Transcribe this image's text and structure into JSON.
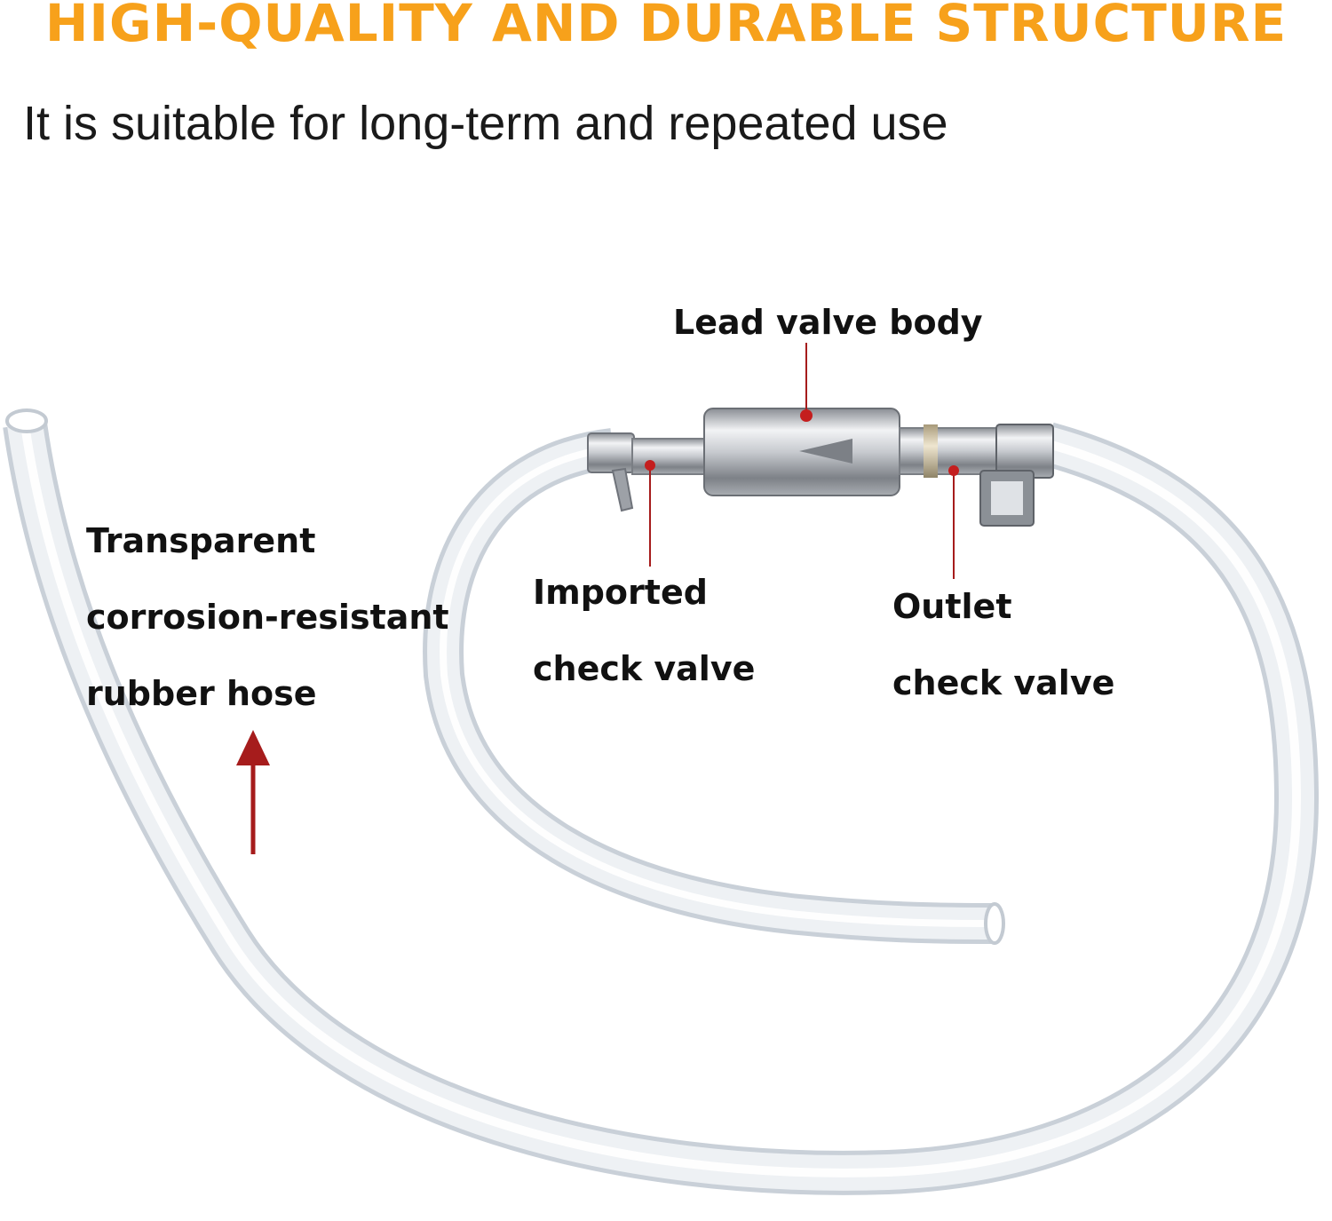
{
  "header": {
    "title": "HIGH-QUALITY AND DURABLE STRUCTURE",
    "subtitle": "It is suitable for long-term and repeated use"
  },
  "callouts": {
    "valve_body": "Lead valve body",
    "hose": [
      "Transparent",
      "corrosion-resistant",
      "rubber hose"
    ],
    "inlet": [
      "Imported",
      "check valve"
    ],
    "outlet": [
      "Outlet",
      "check valve"
    ]
  },
  "colors": {
    "title": "#f7a11b",
    "callout_line": "#a61c1c",
    "hose": "#dde3ea",
    "metal": "#b8bcc2"
  }
}
